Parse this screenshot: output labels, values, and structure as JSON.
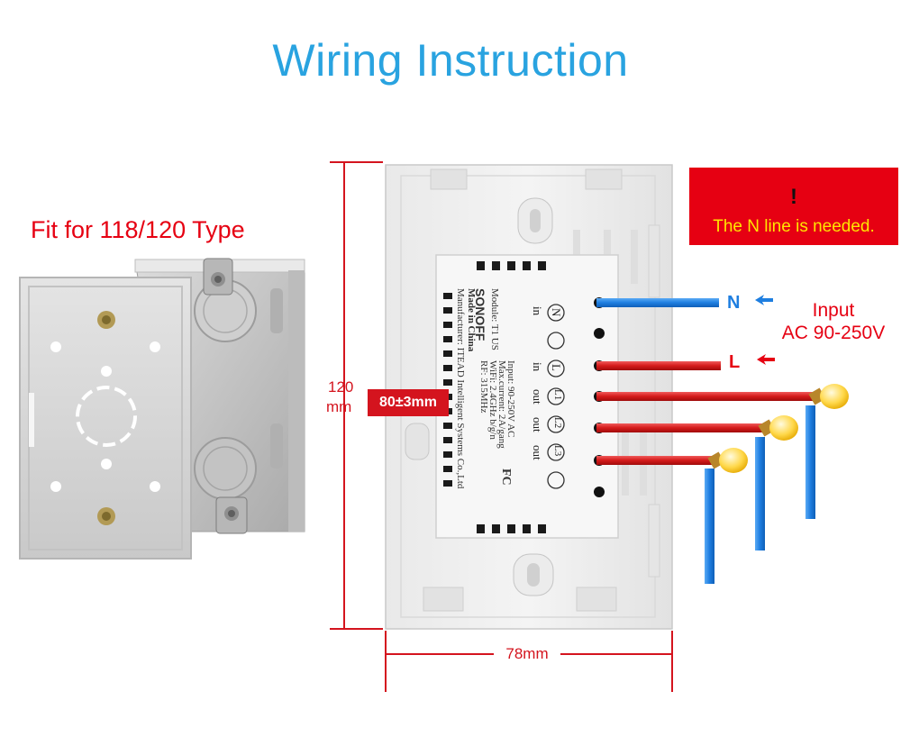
{
  "title": "Wiring Instruction",
  "box_label": "Fit for 118/120 Type",
  "warning": {
    "symbol": "!",
    "text": "The N line is needed."
  },
  "dimensions": {
    "height": "120",
    "height_unit": "mm",
    "inner": "80±3mm",
    "width": "78mm"
  },
  "terminals": {
    "neutral": "N",
    "live": "L"
  },
  "input": {
    "line1": "Input",
    "line2": "AC 90-250V"
  },
  "module": {
    "brand": "SONOFF",
    "model": "Module: T1 US",
    "made_in": "Made in China",
    "manufacturer": "Manufacturer: ITEAD Intelligent Systems Co.,Ltd",
    "specs": [
      "Input: 90-250V AC",
      "Max.current: 2A/gang",
      "WiFi: 2.4GHz b/g/n",
      "RF: 315MHz"
    ],
    "cert": "FC",
    "terminal_labels": [
      "N",
      "L",
      "L1",
      "L2",
      "L3"
    ],
    "io_labels": [
      "in",
      "in",
      "out",
      "out",
      "out"
    ]
  },
  "colors": {
    "title": "#29a3e0",
    "accent_red": "#e60012",
    "warning_yellow": "#ffe600",
    "neutral_wire": "#1e7ee0",
    "live_wire": "#d41a1a",
    "bulb": "#ffd84a"
  },
  "icons": [
    "warning-triangle-icon",
    "arrow-left-icon",
    "light-bulb-icon",
    "mounting-screw-icon",
    "fc-mark-icon"
  ]
}
